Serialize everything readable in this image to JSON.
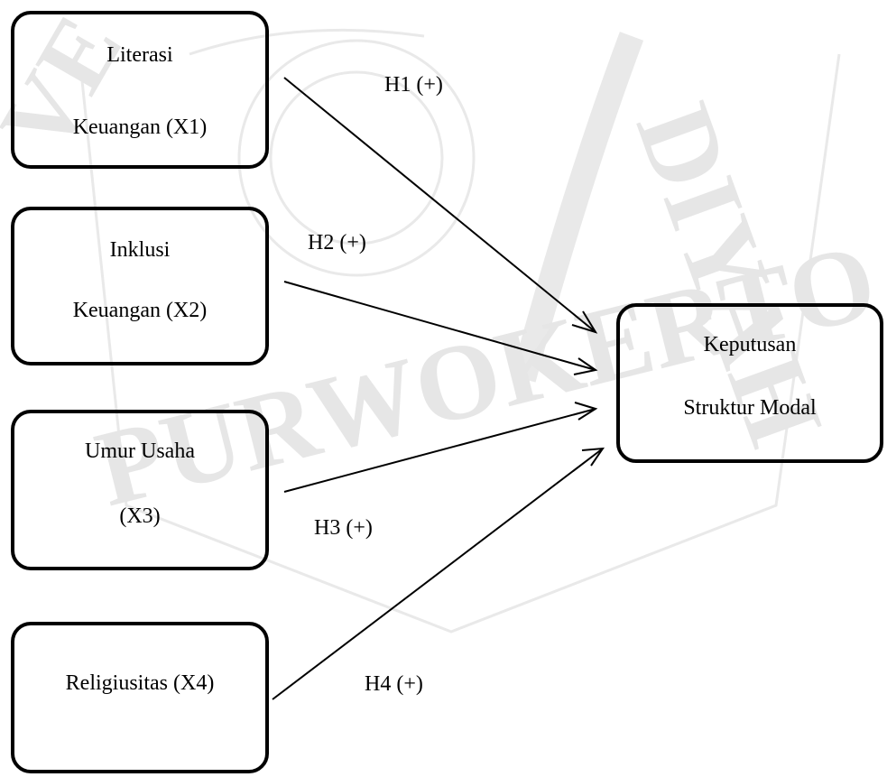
{
  "variables": {
    "x1": {
      "line1": "Literasi",
      "line2": "Keuangan (X1)"
    },
    "x2": {
      "line1": "Inklusi",
      "line2": "Keuangan (X2)"
    },
    "x3": {
      "line1": "Umur Usaha",
      "line2": "(X3)"
    },
    "x4": {
      "line1": "Religiusitas (X4)"
    },
    "y": {
      "line1": "Keputusan",
      "line2": "Struktur Modal"
    }
  },
  "hypotheses": {
    "h1": "H1 (+)",
    "h2": "H2 (+)",
    "h3": "H3 (+)",
    "h4": "H4 (+)"
  },
  "watermark": {
    "letters_top": "DIYAH",
    "letters_left": "VE",
    "letters_bottom": "PURWOKERTO"
  },
  "colors": {
    "stroke": "#000000",
    "watermark": "#e6e6e6"
  }
}
